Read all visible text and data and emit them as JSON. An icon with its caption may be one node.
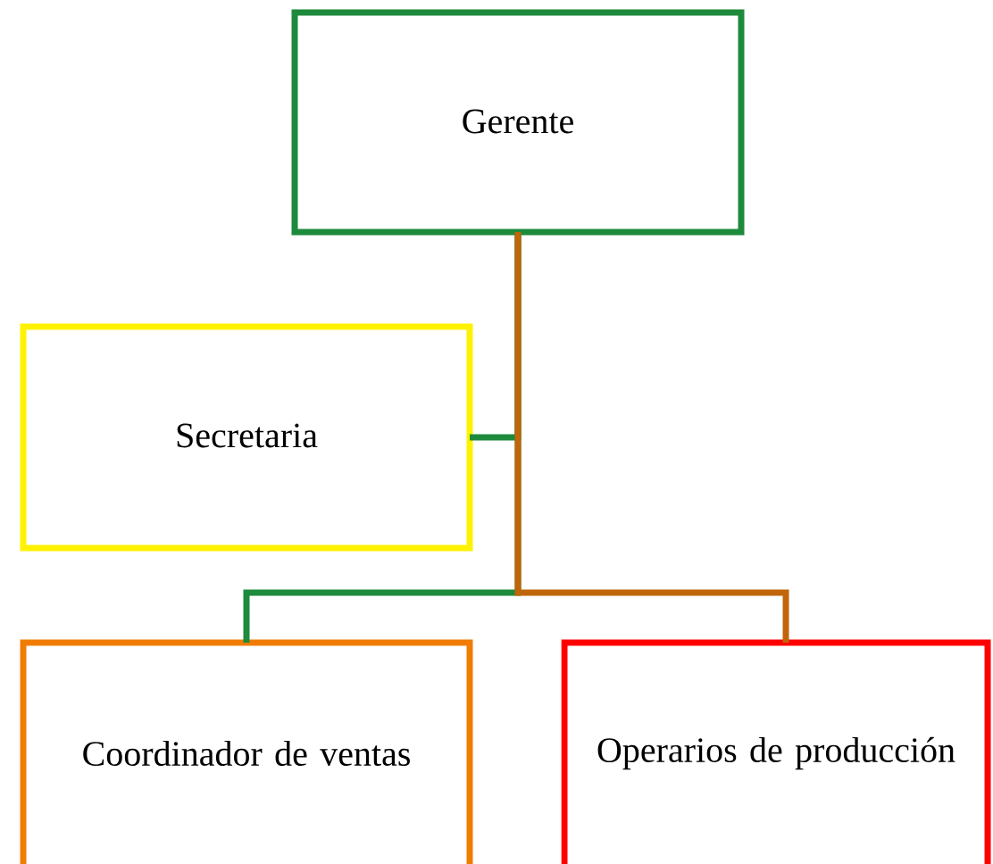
{
  "diagram": {
    "nodes": [
      {
        "text": [
          "Gerente"
        ]
      },
      {
        "text": [
          "Secretaria"
        ]
      },
      {
        "text": [
          "Coordinador de ventas"
        ]
      },
      {
        "text": [
          "Operarios de producción"
        ]
      }
    ],
    "edges": [
      {
        "from": 0,
        "to": 1,
        "arrow": "none"
      },
      {
        "from": 0,
        "to": 2,
        "arrow": "none"
      },
      {
        "from": 0,
        "to": 3,
        "arrow": "none",
        "color": "#c0650a"
      }
    ]
  }
}
